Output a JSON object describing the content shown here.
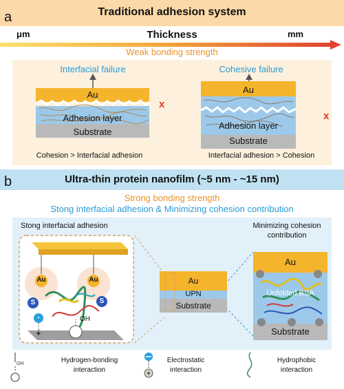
{
  "panel_a": {
    "letter": "a",
    "title": "Traditional  adhesion system",
    "axis_left": "μm",
    "axis_center": "Thickness",
    "axis_right": "mm",
    "subtitle": "Weak bonding strength",
    "left_diagram": {
      "heading": "Interfacial failure",
      "top_layer": "Au",
      "middle_layer": "Adhesion layer",
      "bottom_layer": "Substrate",
      "mark": "x",
      "caption": "Cohesion > Interfacial adhesion"
    },
    "right_diagram": {
      "heading": "Cohesive failure",
      "top_layer": "Au",
      "middle_layer": "Adhesion layer",
      "bottom_layer": "Substrate",
      "mark": "x",
      "caption": "Interfacial adhesion > Cohesion"
    }
  },
  "panel_b": {
    "letter": "b",
    "title": "Ultra-thin protein nanofilm (~5 nm - ~15 nm)",
    "subtitle_1": "Strong bonding strength",
    "subtitle_2": "Stong interfacial adhesion & Minimizing cohesion contribution",
    "left_heading": "Stong interfacial adhesion",
    "right_heading_1": "Minimizing cohesion",
    "right_heading_2": "contribution",
    "zoom_labels": {
      "au_1": "Au",
      "au_2": "Au",
      "s_1": "S",
      "s_2": "S",
      "oh": "OH",
      "plus": "+",
      "minus": "-"
    },
    "center_stack": {
      "top": "Au",
      "middle": "UPN",
      "bottom": "Substrate"
    },
    "right_stack": {
      "top": "Au",
      "middle": "Unfolded BSA",
      "bottom": "Substrate"
    },
    "legend": [
      {
        "symbol": "OH",
        "label_1": "Hydrogen-bonding",
        "label_2": "interaction"
      },
      {
        "symbol": "+/-",
        "label_1": "Electrostatic",
        "label_2": "interaction"
      },
      {
        "symbol": "wave",
        "label_1": "Hydrophobic",
        "label_2": "interaction"
      }
    ]
  },
  "colors": {
    "banner_a": "#fbd9a8",
    "banner_b": "#bfe1f2",
    "gold": "#f4b42c",
    "blue_layer": "#9cc9ea",
    "substrate": "#b9b9b9",
    "orange_text": "#e8922a",
    "blue_text": "#2a9ad6",
    "red_mark": "#e23a2a"
  }
}
